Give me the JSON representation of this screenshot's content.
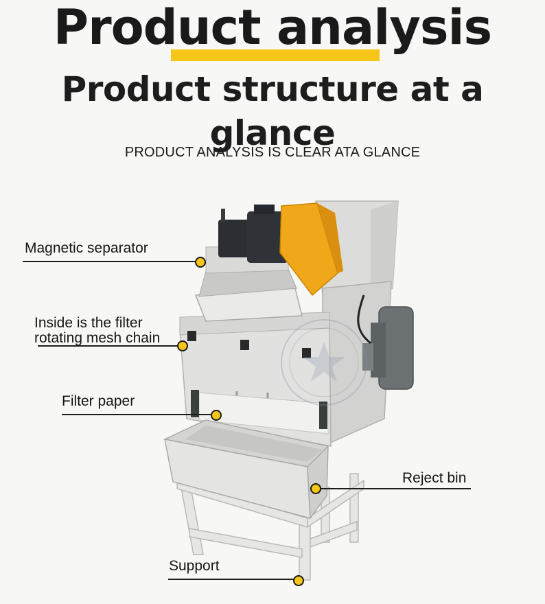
{
  "header": {
    "title": "Product analysis",
    "subtitle": "Product structure at a glance",
    "caption": "PRODUCT ANALYSIS IS CLEAR ATA GLANCE"
  },
  "labels": {
    "magnetic_separator": "Magnetic separator",
    "filter_line1": "Inside is the filter",
    "filter_line2": "rotating mesh chain",
    "filter_paper": "Filter paper",
    "reject_bin": "Reject bin",
    "support": "Support"
  },
  "colors": {
    "accent_yellow": "#f5c518",
    "orange_cover": "#f0a71a",
    "machine_body": "#d9d9d7",
    "motor_dark": "#2b2e33",
    "motor_gray": "#6c7174"
  }
}
